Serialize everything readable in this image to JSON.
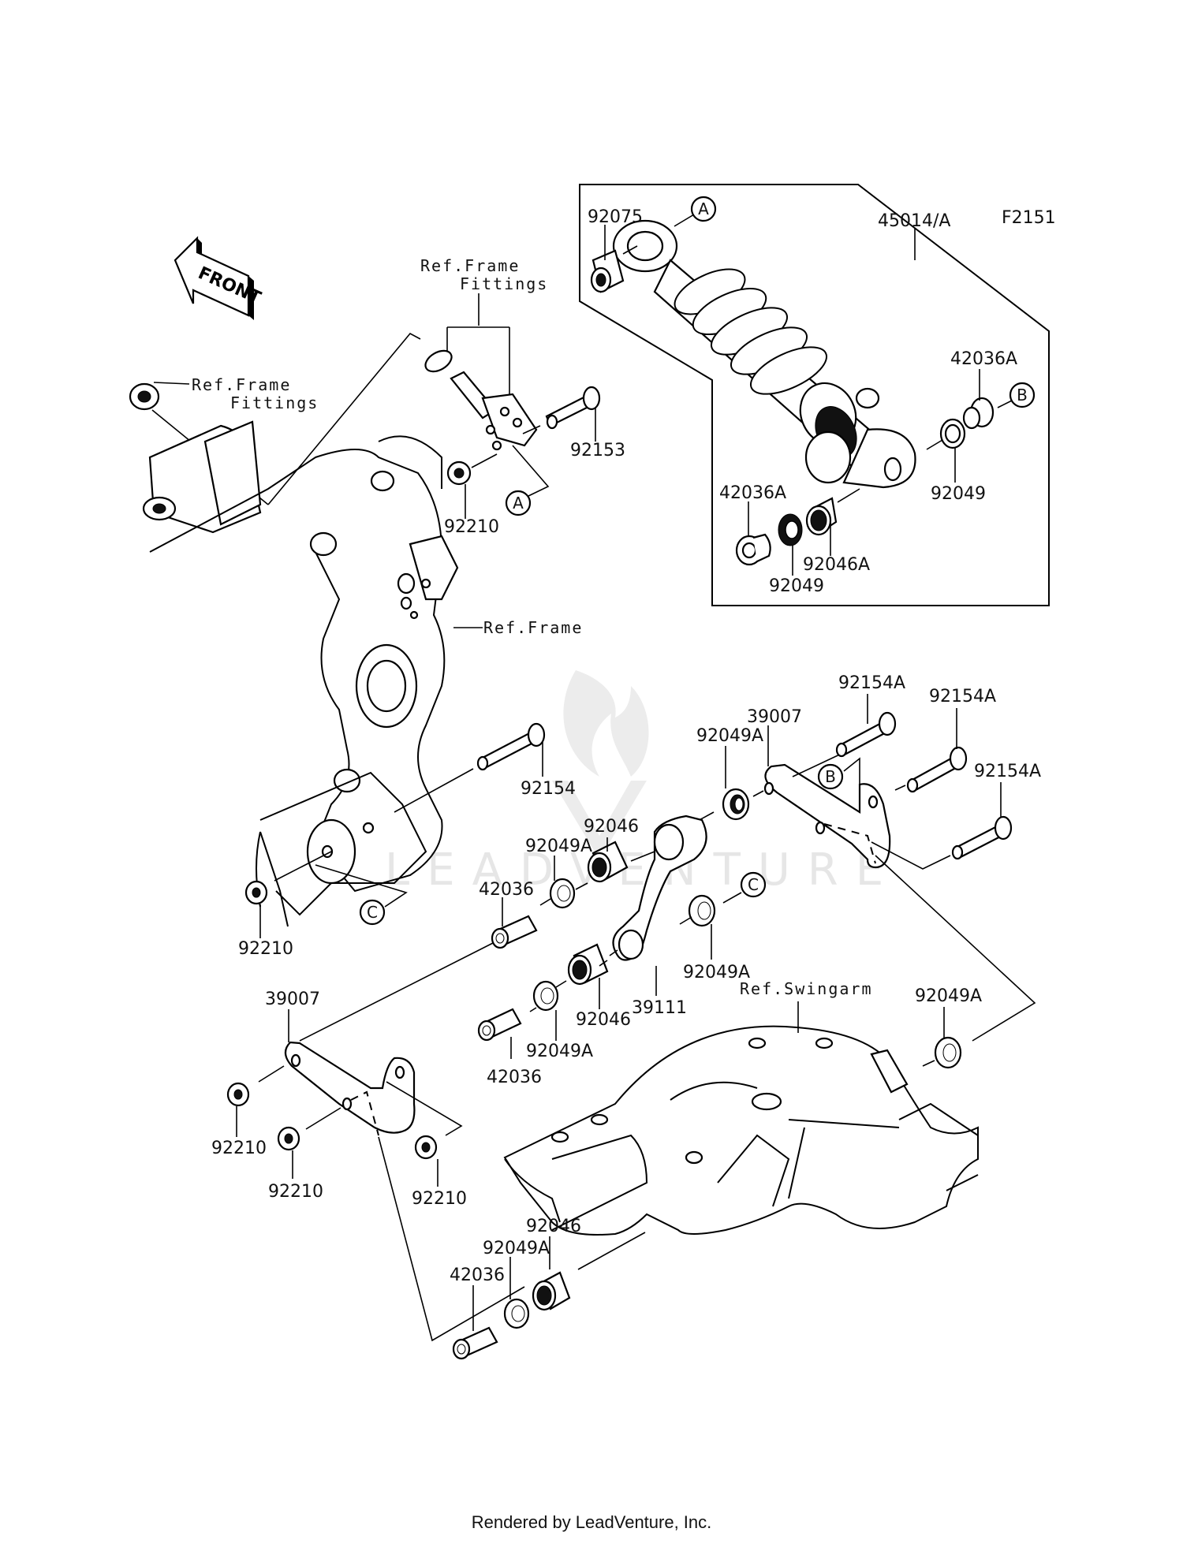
{
  "diagram": {
    "figure_code": "F2151",
    "front_arrow": "FRONT",
    "watermark": "LEADVENTURE",
    "callouts": {
      "A": "A",
      "B": "B",
      "C": "C"
    },
    "refs": {
      "frame_fittings_1_line1": "Ref.Frame",
      "frame_fittings_1_line2": "Fittings",
      "frame_fittings_2_line1": "Ref.Frame",
      "frame_fittings_2_line2": "Fittings",
      "frame": "Ref.Frame",
      "swingarm": "Ref.Swingarm"
    },
    "parts": {
      "shock_assembly": "45014/A",
      "shock_bushing_top": "92075",
      "collar_42036A_right": "42036A",
      "seal_92049_right": "92049",
      "collar_42036A_left": "42036A",
      "seal_92049_left": "92049",
      "bearing_92046A": "92046A",
      "bolt_92153": "92153",
      "nut_92210_top": "92210",
      "bolt_92154": "92154",
      "nut_92210_mid": "92210",
      "bolt_92154A_1": "92154A",
      "bolt_92154A_2": "92154A",
      "bolt_92154A_3": "92154A",
      "plate_39007_right": "39007",
      "seal_92049A_1": "92049A",
      "bearing_92046_upper": "92046",
      "seal_92049A_2": "92049A",
      "collar_42036_upper": "42036",
      "seal_92049A_3": "92049A",
      "rocker_arm_39111": "39111",
      "bearing_92046_lower": "92046",
      "seal_92049A_4": "92049A",
      "collar_42036_mid": "42036",
      "plate_39007_left": "39007",
      "nut_92210_a": "92210",
      "nut_92210_b": "92210",
      "nut_92210_c": "92210",
      "seal_92049A_swingarm": "92049A",
      "bearing_92046_bottom": "92046",
      "seal_92049A_bottom": "92049A",
      "collar_42036_bottom": "42036"
    }
  },
  "footer": "Rendered by LeadVenture, Inc."
}
